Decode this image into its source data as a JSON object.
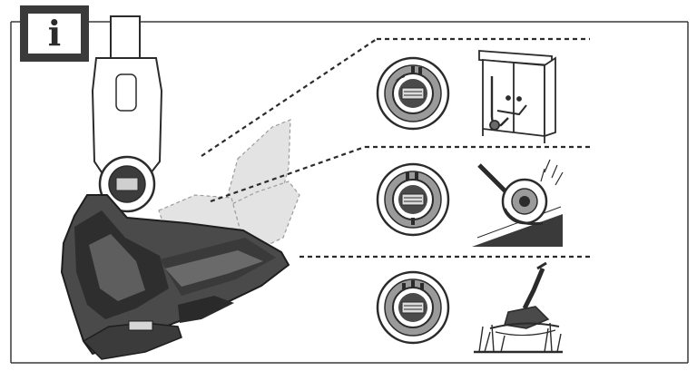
{
  "badge": {
    "glyph": "i",
    "icon": "info-icon"
  },
  "colors": {
    "ink": "#2b2b2b",
    "frame": "#3a3a3a",
    "tool_body": "#4a4a4a",
    "tool_dark": "#2e2e2e",
    "ghost": "#bdbdbd",
    "dial_ring": "#8a8a8a"
  },
  "positions": [
    {
      "name": "storage",
      "scene": "cabinet-storage-icon"
    },
    {
      "name": "edging",
      "scene": "edge-trimming-icon"
    },
    {
      "name": "trimming",
      "scene": "grass-trimming-icon"
    }
  ]
}
